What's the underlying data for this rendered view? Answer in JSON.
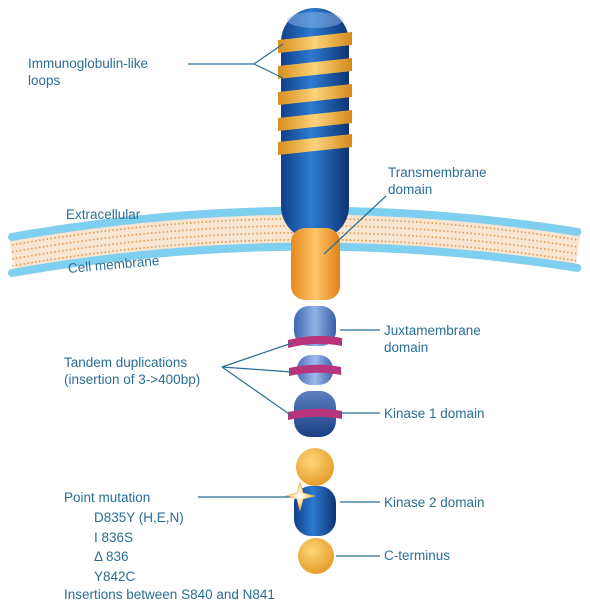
{
  "labels": {
    "ig_loops_line1": "Immunoglobulin-like",
    "ig_loops_line2": "loops",
    "extracellular": "Extracellular",
    "cell_membrane": "Cell membrane",
    "transmembrane_line1": "Transmembrane",
    "transmembrane_line2": "domain",
    "juxtamembrane_line1": "Juxtamembrane",
    "juxtamembrane_line2": "domain",
    "tandem_line1": "Tandem duplications",
    "tandem_line2": "(insertion of 3->400bp)",
    "kinase1": "Kinase 1 domain",
    "kinase2": "Kinase 2 domain",
    "c_terminus": "C-terminus",
    "point_mutation": "Point mutation",
    "mutations": [
      "D835Y (H,E,N)",
      "I 836S",
      "Δ 836",
      "Y842C",
      "Insertions between S840 and N841"
    ]
  },
  "colors": {
    "text": "#2a6e93",
    "domain_blue": "#1f5fa8",
    "ring_gold": "#f0b64a",
    "transmembrane_orange": "#f3a63a",
    "membrane_head": "#6cc6ea",
    "membrane_tail": "#e6a35a",
    "magenta_band": "#b8357e",
    "terminus_gold": "#f6b93b"
  }
}
